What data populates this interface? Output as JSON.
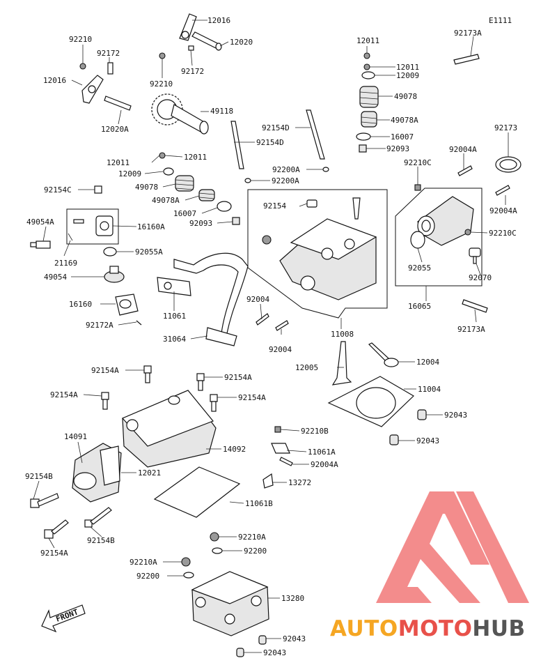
{
  "diagram_code": "E1111",
  "front_label": "FRONT",
  "watermark": {
    "part1": "AUTO",
    "part2": "MOTO",
    "part3": "HUB",
    "colors": [
      "#f5a623",
      "#e8514a",
      "#555555"
    ]
  },
  "labels": {
    "l01": "12016",
    "l02": "12020",
    "l03": "92210",
    "l04": "92172",
    "l05": "12016",
    "l06": "92172",
    "l07": "92210",
    "l08": "49118",
    "l09": "12020A",
    "l10": "12011",
    "l11": "12011",
    "l12": "12009",
    "l13": "49078",
    "l14": "49078A",
    "l15": "16007",
    "l16": "92093",
    "l17": "12011",
    "l18": "12011",
    "l19": "12009",
    "l20": "49078",
    "l21": "49078A",
    "l22": "16007",
    "l23": "92093",
    "l24": "92154D",
    "l25": "92154D",
    "l26": "92200A",
    "l27": "92200A",
    "l28": "92154C",
    "l29": "49054A",
    "l30": "16160A",
    "l31": "21169",
    "l32": "92055A",
    "l33": "49054",
    "l34": "16160",
    "l35": "92172A",
    "l36": "11061",
    "l37": "31064",
    "l38": "92154",
    "l39": "92004",
    "l40": "92004",
    "l41": "11008",
    "l42": "92173A",
    "l43": "92173",
    "l44": "92004A",
    "l45": "92210C",
    "l46": "92004A",
    "l47": "92210C",
    "l48": "92055",
    "l49": "92070",
    "l50": "16065",
    "l51": "92173A",
    "l52": "12005",
    "l53": "12004",
    "l54": "11004",
    "l55": "92043",
    "l56": "92043",
    "l57": "92154A",
    "l58": "92154A",
    "l59": "92154A",
    "l60": "92154A",
    "l61": "92210B",
    "l62": "11061A",
    "l63": "92004A",
    "l64": "14091",
    "l65": "14092",
    "l66": "92154B",
    "l67": "12021",
    "l68": "13272",
    "l69": "11061B",
    "l70": "92154B",
    "l71": "92154A",
    "l72": "92210A",
    "l73": "92200",
    "l74": "92210A",
    "l75": "92200",
    "l76": "13280",
    "l77": "92043",
    "l78": "92043"
  }
}
